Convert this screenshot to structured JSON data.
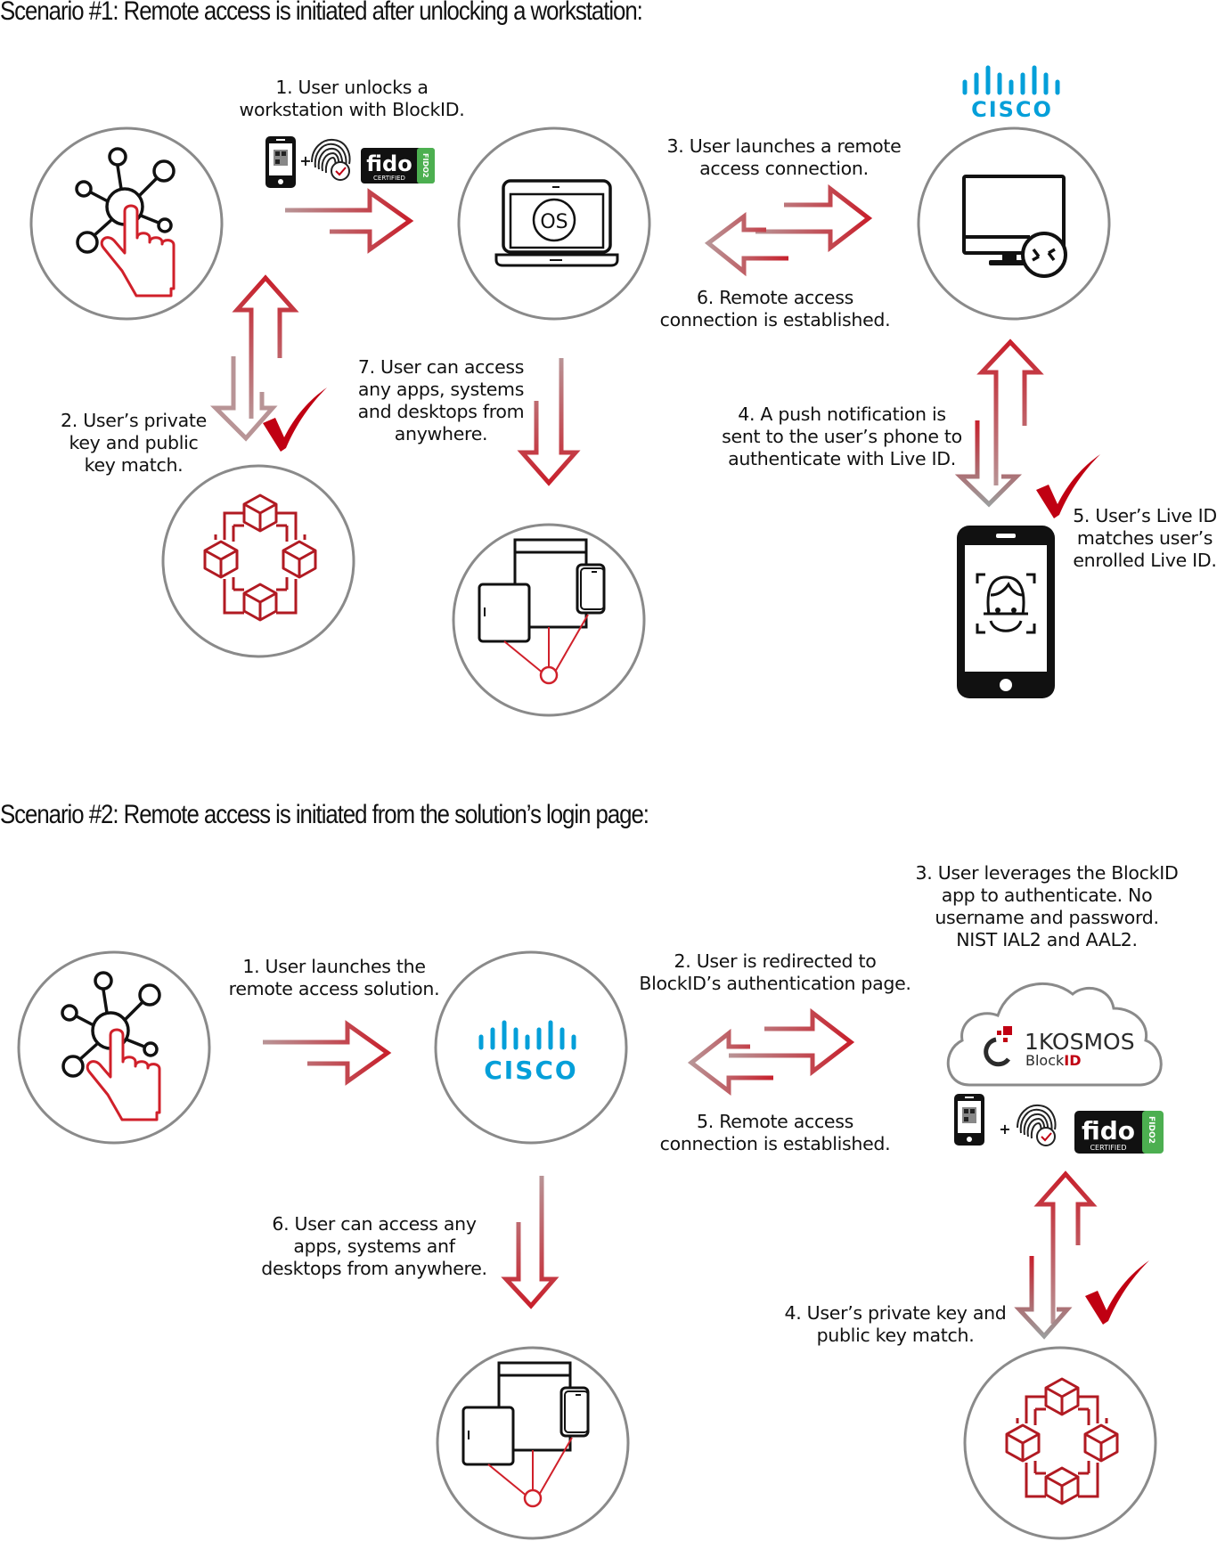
{
  "scenario1": {
    "title": "Scenario #1: Remote access is initiated after unlocking a workstation:",
    "steps": [
      "1. User unlocks a\nworkstation with BlockID.",
      "2.  User’s private\nkey and public\nkey match.",
      "3. User launches a remote\naccess connection.",
      "4. A push notification is\nsent to the user’s phone to\nauthenticate with Live ID.",
      "5. User’s Live ID\nmatches user’s\nenrolled Live ID.",
      "6.  Remote access\nconnection is established.",
      "7. User can access\nany apps, systems\nand desktops from\nanywhere."
    ],
    "cisco_logo": "CISCO",
    "os_label": "OS",
    "plus": "+",
    "fido": {
      "word": "fido",
      "certified": "CERTIFIED",
      "badge": "FIDO2"
    }
  },
  "scenario2": {
    "title": "Scenario #2: Remote access is initiated from the solution’s login page:",
    "steps": [
      "1. User launches the\nremote access solution.",
      "2. User is redirected to\nBlockID’s authentication page.",
      "3.  User leverages the BlockID\napp to authenticate. No\nusername and password.\nNIST IAL2 and AAL2.",
      "4.  User’s private key and\npublic key match.",
      "5.  Remote access\nconnection is established.",
      "6. User can access any\napps, systems anf\ndesktops from anywhere."
    ],
    "cisco_logo": "CISCO",
    "brand": {
      "name": "1KOSMOS",
      "product_prefix": "Block",
      "product_suffix": "ID"
    },
    "plus": "+",
    "fido": {
      "word": "fido",
      "certified": "CERTIFIED",
      "badge": "FIDO2"
    }
  },
  "colors": {
    "accent_red": "#c8202c",
    "faded_red": "#b89496",
    "circle_gray": "#8a8a8a",
    "cisco_blue": "#049fd9",
    "fido_green": "#4caf50",
    "check_red": "#c00012"
  }
}
